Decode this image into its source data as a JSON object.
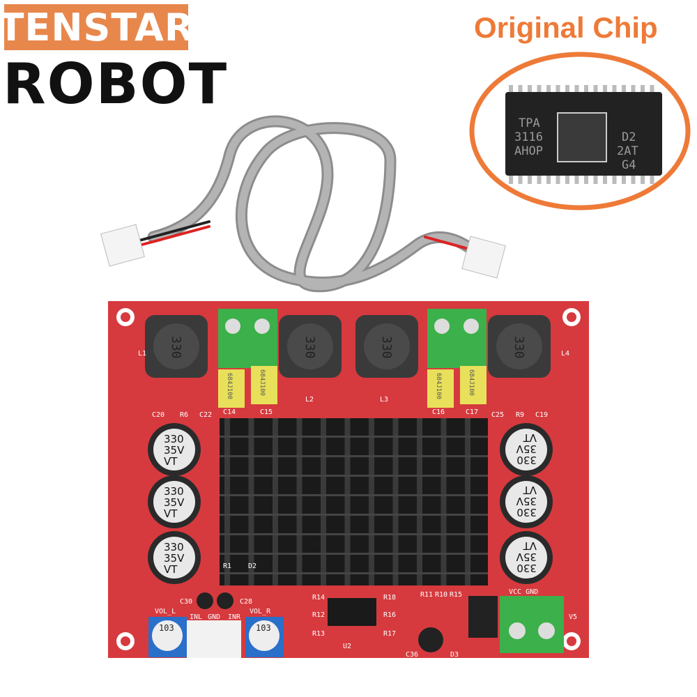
{
  "brand": {
    "line1": "TENSTAR",
    "line2": "ROBOT"
  },
  "chip_callout": {
    "title": "Original Chip",
    "marking_left": [
      "TPA",
      "3116",
      "AHOP"
    ],
    "marking_right": [
      "D2",
      "2AT",
      "G4"
    ]
  },
  "board": {
    "inductor_marking": "330",
    "film_cap_marking": "684J100",
    "electrolytic_marking": [
      "330",
      "35V",
      "VT"
    ],
    "pot_marking": "103",
    "labels": {
      "l1": "L1",
      "l2": "L2",
      "l3": "L3",
      "l4": "L4",
      "c14": "C14",
      "c15": "C15",
      "c16": "C16",
      "c17": "C17",
      "c20": "C20",
      "r6": "R6",
      "c22": "C22",
      "c25": "C25",
      "r9": "R9",
      "c19": "C19",
      "c30": "C30",
      "c28": "C28",
      "vol_l": "VOL_L",
      "vol_r": "VOL_R",
      "inl": "INL",
      "gnd": "GND",
      "inr": "INR",
      "r14": "R14",
      "r12": "R12",
      "r13": "R13",
      "r18": "R18",
      "r16": "R16",
      "r17": "R17",
      "u2": "U2",
      "r11": "R11",
      "r10": "R10",
      "r15": "R15",
      "c36": "C36",
      "d3": "D3",
      "v5": "V5",
      "r1": "R1",
      "d2": "D2",
      "vcc_gnd": "VCC GND"
    }
  },
  "colors": {
    "brand_orange": "#e8874c",
    "pcb_red": "#d63a3e",
    "callout_orange": "#ee7a38"
  }
}
